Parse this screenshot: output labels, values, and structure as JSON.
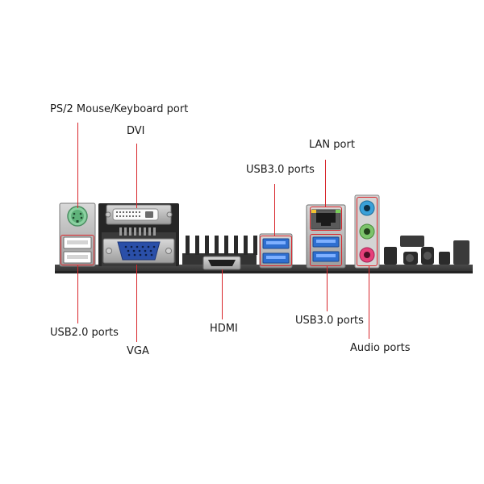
{
  "labels": {
    "ps2": "PS/2 Mouse/Keyboard port",
    "dvi": "DVI",
    "lan": "LAN port",
    "usb3_top": "USB3.0 ports",
    "usb2": "USB2.0 ports",
    "vga": "VGA",
    "hdmi": "HDMI",
    "usb3_bottom": "USB3.0 ports",
    "audio": "Audio ports"
  },
  "colors": {
    "leader_line": "#d8262b",
    "pcb": "#3c3c3c",
    "usb3_blue": "#2f6fd0",
    "vga_blue": "#2a4fa8",
    "ps2_green": "#5fb27a",
    "audio_blue": "#3aa0d8",
    "audio_green": "#7cc36a",
    "audio_pink": "#e6407a"
  },
  "icons": {
    "ps2": "ps2-port-icon",
    "dvi": "dvi-connector-icon",
    "vga": "vga-connector-icon",
    "hdmi": "hdmi-port-icon",
    "lan": "rj45-port-icon",
    "usb2": "usb-port-icon",
    "usb3": "usb3-port-icon",
    "audio": "audio-jack-icon"
  }
}
